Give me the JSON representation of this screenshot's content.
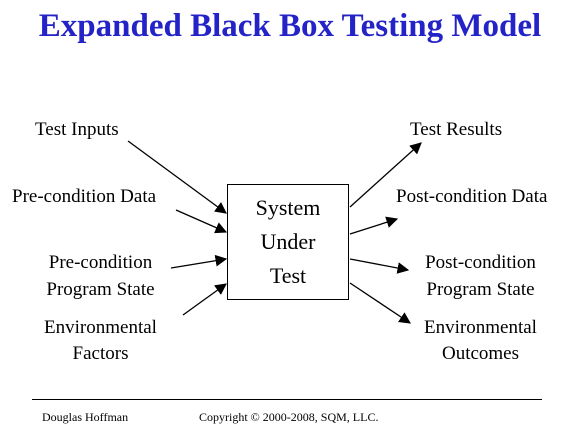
{
  "title": "Expanded Black Box Testing Model",
  "colors": {
    "title": "#2323c8",
    "text": "#000000",
    "lines": "#000000"
  },
  "box": {
    "lines": [
      "System",
      "Under",
      "Test"
    ]
  },
  "inputs": [
    {
      "lines": [
        "Test Inputs"
      ]
    },
    {
      "lines": [
        "Pre-condition Data"
      ]
    },
    {
      "lines": [
        "Pre-condition",
        "Program State"
      ]
    },
    {
      "lines": [
        "Environmental",
        "Factors"
      ]
    }
  ],
  "outputs": [
    {
      "lines": [
        "Test Results"
      ]
    },
    {
      "lines": [
        "Post-condition Data"
      ]
    },
    {
      "lines": [
        "Post-condition",
        "Program State"
      ]
    },
    {
      "lines": [
        "Environmental",
        "Outcomes"
      ]
    }
  ],
  "footer": {
    "author": "Douglas Hoffman",
    "copyright": "Copyright © 2000-2008, SQM, LLC."
  }
}
